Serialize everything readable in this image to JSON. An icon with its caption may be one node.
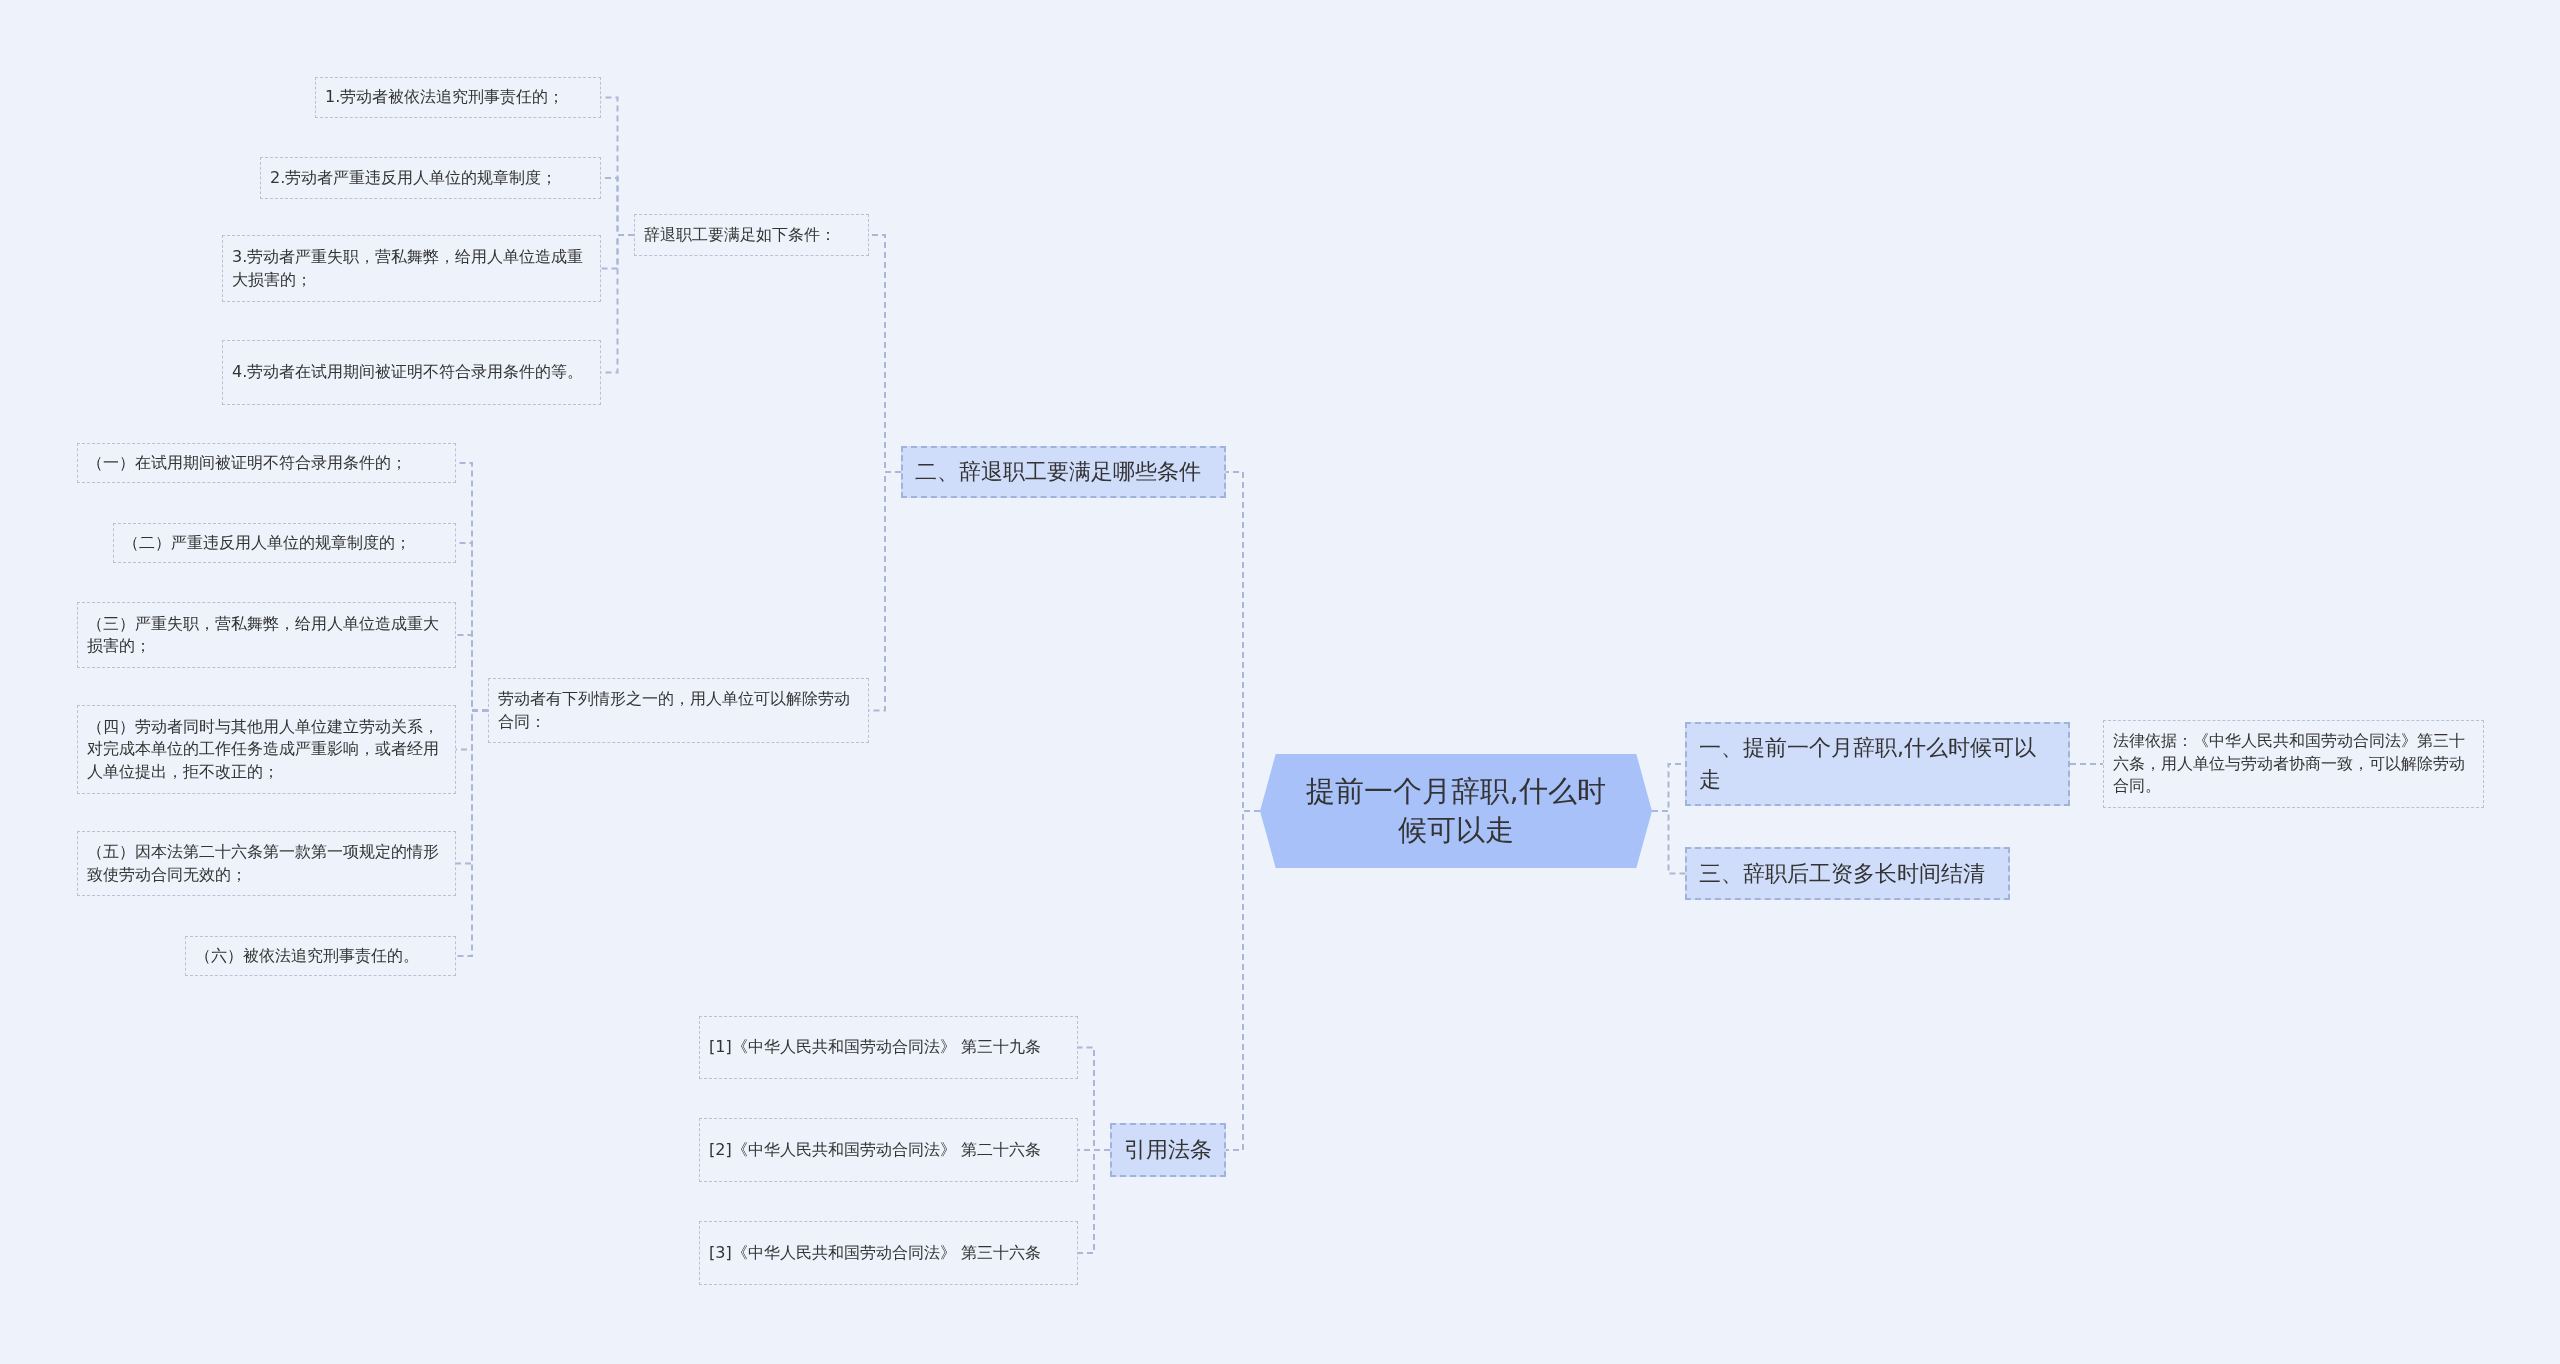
{
  "diagram": {
    "nodes": [
      {
        "text": [
          "提前一个月辞职,什么时候可以走"
        ]
      },
      {
        "text": [
          "一、提前一个月辞职,什么时候可以走"
        ]
      },
      {
        "text": [
          "法律依据：《中华人民共和国劳动合同法》第三十六条，用人单位与劳动者协商一致，可以解除劳动合同。"
        ]
      },
      {
        "text": [
          "三、辞职后工资多长时间结清"
        ]
      },
      {
        "text": [
          "二、辞退职工要满足哪些条件"
        ]
      },
      {
        "text": [
          "辞退职工要满足如下条件："
        ]
      },
      {
        "text": [
          "1.劳动者被依法追究刑事责任的；"
        ]
      },
      {
        "text": [
          "2.劳动者严重违反用人单位的规章制度；"
        ]
      },
      {
        "text": [
          "3.劳动者严重失职，营私舞弊，给用人单位造成重大损害的；"
        ]
      },
      {
        "text": [
          "4.劳动者在试用期间被证明不符合录用条件的等。"
        ]
      },
      {
        "text": [
          "劳动者有下列情形之一的，用人单位可以解除劳动合同："
        ]
      },
      {
        "text": [
          "（一）在试用期间被证明不符合录用条件的；"
        ]
      },
      {
        "text": [
          "（二）严重违反用人单位的规章制度的；"
        ]
      },
      {
        "text": [
          "（三）严重失职，营私舞弊，给用人单位造成重大损害的；"
        ]
      },
      {
        "text": [
          "（四）劳动者同时与其他用人单位建立劳动关系，对完成本单位的工作任务造成严重影响，或者经用人单位提出，拒不改正的；"
        ]
      },
      {
        "text": [
          "（五）因本法第二十六条第一款第一项规定的情形致使劳动合同无效的；"
        ]
      },
      {
        "text": [
          "（六）被依法追究刑事责任的。"
        ]
      },
      {
        "text": [
          "引用法条"
        ]
      },
      {
        "text": [
          "[1]《中华人民共和国劳动合同法》 第三十九条"
        ]
      },
      {
        "text": [
          "[2]《中华人民共和国劳动合同法》 第二十六条"
        ]
      },
      {
        "text": [
          "[3]《中华人民共和国劳动合同法》 第三十六条"
        ]
      }
    ],
    "edges": [
      {
        "from": 0,
        "to": 1,
        "arrow": "none"
      },
      {
        "from": 1,
        "to": 2,
        "arrow": "none"
      },
      {
        "from": 0,
        "to": 3,
        "arrow": "none"
      },
      {
        "from": 0,
        "to": 4,
        "arrow": "none"
      },
      {
        "from": 4,
        "to": 5,
        "arrow": "none"
      },
      {
        "from": 5,
        "to": 6,
        "arrow": "none"
      },
      {
        "from": 5,
        "to": 7,
        "arrow": "none"
      },
      {
        "from": 5,
        "to": 8,
        "arrow": "none"
      },
      {
        "from": 5,
        "to": 9,
        "arrow": "none"
      },
      {
        "from": 4,
        "to": 10,
        "arrow": "none"
      },
      {
        "from": 10,
        "to": 11,
        "arrow": "none"
      },
      {
        "from": 10,
        "to": 12,
        "arrow": "none"
      },
      {
        "from": 10,
        "to": 13,
        "arrow": "none"
      },
      {
        "from": 10,
        "to": 14,
        "arrow": "none"
      },
      {
        "from": 10,
        "to": 15,
        "arrow": "none"
      },
      {
        "from": 10,
        "to": 16,
        "arrow": "none"
      },
      {
        "from": 0,
        "to": 17,
        "arrow": "none"
      },
      {
        "from": 17,
        "to": 18,
        "arrow": "none"
      },
      {
        "from": 17,
        "to": 19,
        "arrow": "none"
      },
      {
        "from": 17,
        "to": 20,
        "arrow": "none"
      }
    ]
  }
}
